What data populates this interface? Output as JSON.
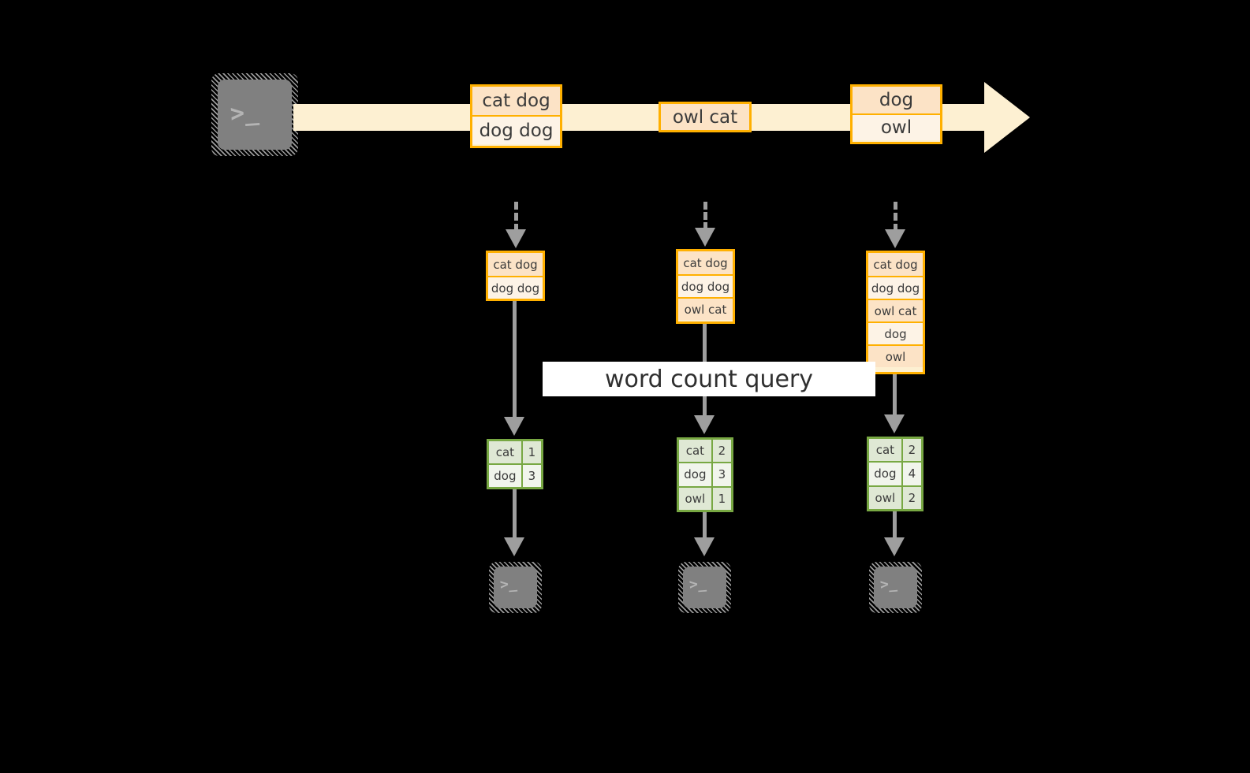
{
  "diagram": {
    "title_label": "word count query",
    "colors": {
      "background": "#000000",
      "stream_fill": "#FDF0D2",
      "event_border": "#FFB000",
      "event_fill_dark": "#FCE3C6",
      "event_fill_light": "#FDF3E6",
      "result_border": "#78A843",
      "result_fill_dark": "#DFE8D4",
      "result_fill_light": "#F1F5EC",
      "connector": "#9E9E9E",
      "terminal_face": "#808080",
      "terminal_glyph": "#B9B9B9",
      "label_band": "#FFFFFF"
    },
    "producer": {
      "icon": "terminal-icon",
      "glyph": ">_"
    },
    "stream": {
      "icon": "right-arrow-icon",
      "batches": [
        {
          "lines": [
            "cat dog",
            "dog dog"
          ]
        },
        {
          "lines": [
            "owl cat"
          ]
        },
        {
          "lines": [
            "dog",
            "owl"
          ]
        }
      ]
    },
    "snapshots": [
      {
        "id": "snapshot-1",
        "input_lines": [
          "cat dog",
          "dog dog"
        ],
        "results": [
          {
            "word": "cat",
            "count": "1"
          },
          {
            "word": "dog",
            "count": "3"
          }
        ],
        "consumer": {
          "icon": "terminal-icon",
          "glyph": ">_"
        }
      },
      {
        "id": "snapshot-2",
        "input_lines": [
          "cat dog",
          "dog dog",
          "owl cat"
        ],
        "results": [
          {
            "word": "cat",
            "count": "2"
          },
          {
            "word": "dog",
            "count": "3"
          },
          {
            "word": "owl",
            "count": "1"
          }
        ],
        "consumer": {
          "icon": "terminal-icon",
          "glyph": ">_"
        }
      },
      {
        "id": "snapshot-3",
        "input_lines": [
          "cat dog",
          "dog dog",
          "owl cat",
          "dog",
          "owl"
        ],
        "results": [
          {
            "word": "cat",
            "count": "2"
          },
          {
            "word": "dog",
            "count": "4"
          },
          {
            "word": "owl",
            "count": "2"
          }
        ],
        "consumer": {
          "icon": "terminal-icon",
          "glyph": ">_"
        }
      }
    ]
  }
}
